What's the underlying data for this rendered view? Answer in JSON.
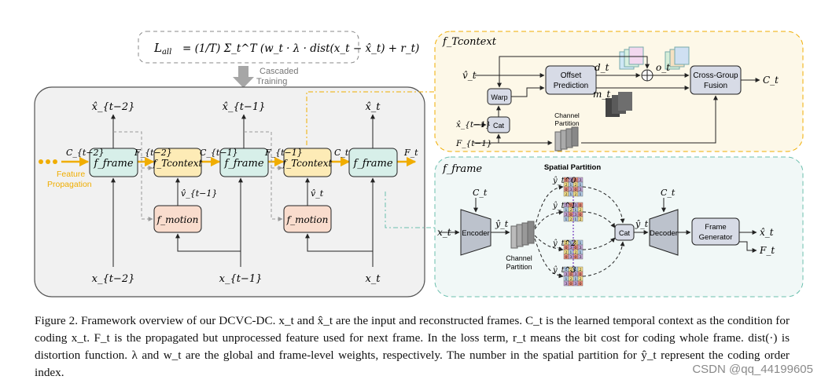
{
  "loss": {
    "lhs": "L",
    "lhs_sub": "all",
    "rhs": "= (1/T) Σ_t^T (w_t · λ · dist(x_t − x̂_t) + r_t)"
  },
  "cascaded_training": [
    "Cascaded",
    "Training"
  ],
  "left_pipeline": {
    "frame_blocks": [
      "f_frame",
      "f_frame",
      "f_frame"
    ],
    "context_blocks": [
      "f_Tcontext",
      "f_Tcontext"
    ],
    "motion_blocks": [
      "f_motion",
      "f_motion"
    ],
    "inputs": [
      "x_{t−2}",
      "x_{t−1}",
      "x_t"
    ],
    "outputs": [
      "x̂_{t−2}",
      "x̂_{t−1}",
      "x̂_t"
    ],
    "feature_labels": [
      "C_{t−2}",
      "F_{t−2}",
      "C_{t−1}",
      "F_{t−1}",
      "C_t",
      "F_t"
    ],
    "motion_labels": [
      "v̂_{t−1}",
      "v̂_t"
    ],
    "feature_propagation": [
      "Feature",
      "Propagation"
    ]
  },
  "context_panel": {
    "title": "f_Tcontext",
    "blocks": {
      "warp": "Warp",
      "cat": "Cat",
      "offset": [
        "Offset",
        "Prediction"
      ],
      "fusion": [
        "Cross-Group",
        "Fusion"
      ]
    },
    "labels": [
      "v̂_t",
      "x̂_{t−1}",
      "F_{t−1}",
      "d_t",
      "m_t",
      "o_t",
      "C_t"
    ],
    "channel_partition": [
      "Channel",
      "Partition"
    ]
  },
  "frame_panel": {
    "title": "f_frame",
    "spatial_partition": "Spatial Partition",
    "blocks": {
      "encoder": "Encoder",
      "cat": "Cat",
      "decoder": "Decoder",
      "frame_generator": [
        "Frame",
        "Generator"
      ]
    },
    "labels": [
      "x_t",
      "ŷ_t",
      "C_t",
      "C_t",
      "ŷ_t",
      "x̂_t",
      "F_t"
    ],
    "group_labels": [
      "ŷ_t^0",
      "ŷ_t^1",
      "ŷ_t^2",
      "ŷ_t^3"
    ],
    "channel_partition": [
      "Channel",
      "Partition"
    ],
    "grid_orders": [
      [
        [
          0,
          3,
          0,
          3
        ],
        [
          2,
          1,
          2,
          1
        ],
        [
          0,
          3,
          0,
          3
        ],
        [
          2,
          1,
          2,
          1
        ]
      ],
      [
        [
          3,
          0,
          3,
          0
        ],
        [
          1,
          2,
          1,
          2
        ],
        [
          3,
          0,
          3,
          0
        ],
        [
          1,
          2,
          1,
          2
        ]
      ],
      [
        [
          2,
          1,
          2,
          1
        ],
        [
          0,
          3,
          0,
          3
        ],
        [
          2,
          1,
          2,
          1
        ],
        [
          0,
          3,
          0,
          3
        ]
      ],
      [
        [
          1,
          2,
          1,
          2
        ],
        [
          3,
          0,
          3,
          0
        ],
        [
          1,
          2,
          1,
          2
        ],
        [
          3,
          0,
          3,
          0
        ]
      ]
    ]
  },
  "caption": "Figure 2. Framework overview of our DCVC-DC. x_t and x̂_t are the input and reconstructed frames. C_t is the learned temporal context as the condition for coding x_t. F_t is the propagated but unprocessed feature used for next frame. In the loss term, r_t means the bit cost for coding whole frame. dist(·) is distortion function. λ and w_t are the global and frame-level weights, respectively. The number in the spatial partition for ŷ_t represent the coding order index.",
  "watermark": "CSDN @qq_44199605",
  "colors": {
    "frame_block": "#d7efe9",
    "context_block": "#fdebb6",
    "motion_block": "#f9dccd",
    "grey_block": "#d7dbe6",
    "orange": "#f0ad00",
    "context_bg": "#fdf8e8",
    "frame_bg": "#f1f8f7",
    "left_bg": "#f1f1f1",
    "grid_0": "#ef8f7c",
    "grid_1": "#b2cbe8",
    "grid_2": "#f7e08a",
    "grid_3": "#c6a7d7"
  }
}
